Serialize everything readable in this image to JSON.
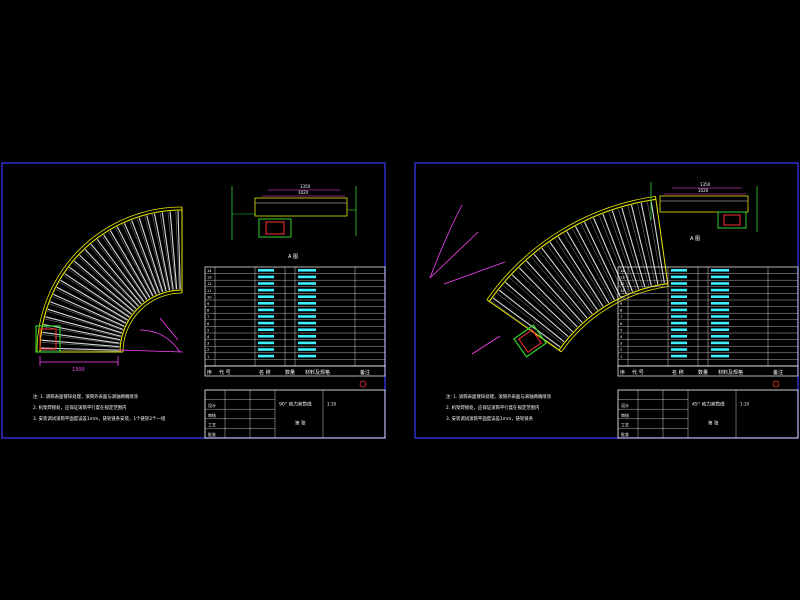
{
  "colors": {
    "background": "#000000",
    "frame": "#3a3aff",
    "roller": "#d8d8d8",
    "rail": "#e8e800",
    "dimension": "#ff40ff",
    "text_white": "#ffffff",
    "text_cyan": "#3cf0ff",
    "motor_green": "#30d030",
    "motor_red": "#ff3030"
  },
  "sheets": [
    {
      "roller_count": 28,
      "dims": {
        "bottom": "1300"
      },
      "section_label": "A 图",
      "top_dims": [
        "1350",
        "1020"
      ],
      "notes": [
        "注: 1. 滚筒表面镀锌处理，滚筒外表面与滚轴两端喷涂",
        "    2. 机架焊接处，应保证滚筒平行度在规定范围内",
        "    3. 安装调试滚筒平面度误差1mm，链轮链条安装，1个链轮2个一组"
      ],
      "bom_rows": [
        "14",
        "13",
        "12",
        "11",
        "10",
        "9",
        "8",
        "7",
        "6",
        "5",
        "4",
        "3",
        "2",
        "1"
      ],
      "bom_header": [
        "序",
        "代 号",
        "名 称",
        "数量",
        "材料及规格",
        "备注"
      ],
      "title_block": {
        "company": "",
        "drawing_name": "90° 动力滚筒线",
        "scale": "1:10",
        "sheet": "第 张",
        "row_labels": [
          "设计",
          "审核",
          "工艺",
          "批准"
        ]
      }
    },
    {
      "roller_count": 20,
      "dims": {
        "bottom": ""
      },
      "section_label": "A 图",
      "top_dims": [
        "1350",
        "1020"
      ],
      "notes": [
        "注: 1. 滚筒表面镀锌处理，滚筒外表面与滚轴两端喷涂",
        "    2. 机架焊接处，应保证滚筒平行度在规定范围内",
        "    3. 安装调试滚筒平面度误差1mm，链轮链条"
      ],
      "bom_rows": [
        "14",
        "13",
        "12",
        "11",
        "10",
        "9",
        "8",
        "7",
        "6",
        "5",
        "4",
        "3",
        "2",
        "1"
      ],
      "bom_header": [
        "序",
        "代 号",
        "名 称",
        "数量",
        "材料及规格",
        "备注"
      ],
      "title_block": {
        "company": "",
        "drawing_name": "45° 动力滚筒线",
        "scale": "1:10",
        "sheet": "第 张",
        "row_labels": [
          "设计",
          "审核",
          "工艺",
          "批准"
        ]
      }
    }
  ]
}
